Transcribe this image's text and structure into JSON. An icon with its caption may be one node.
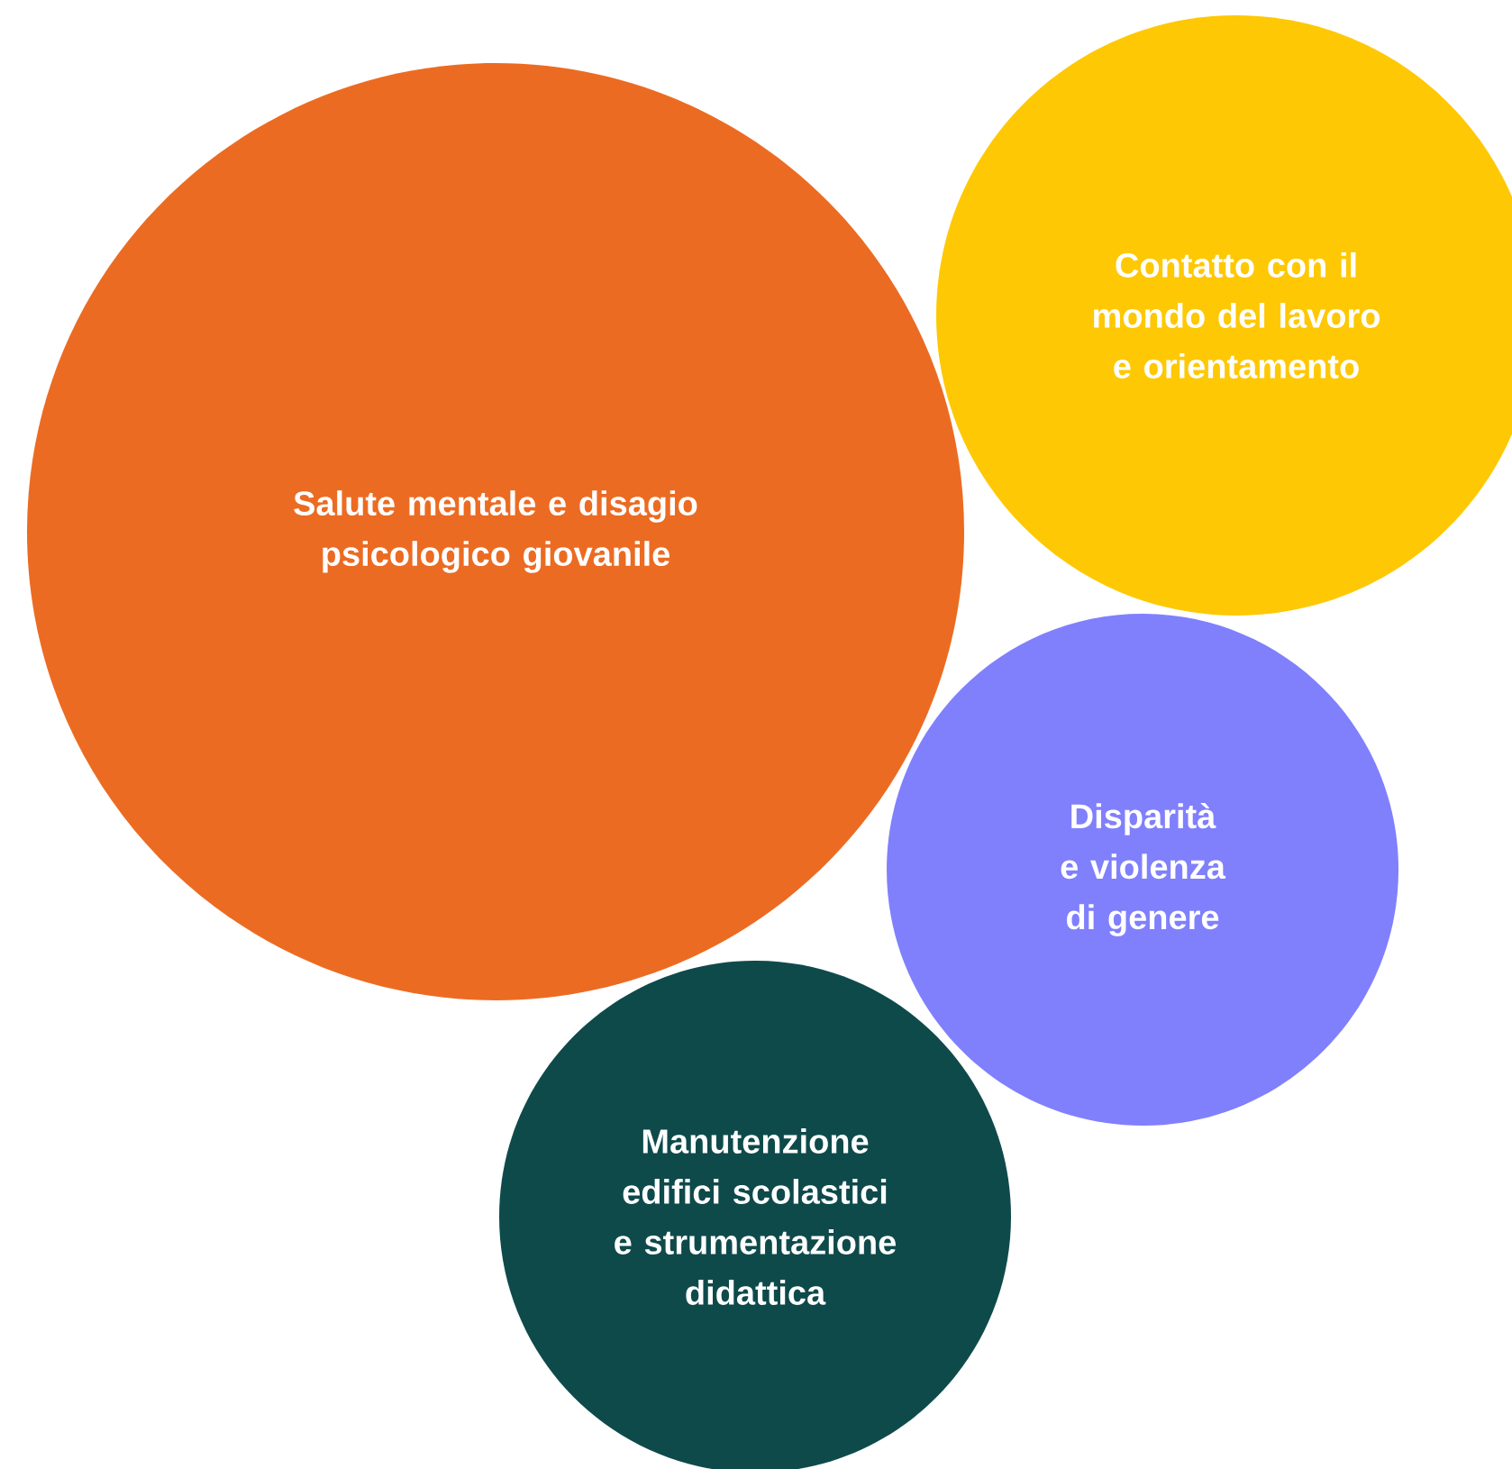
{
  "diagram": {
    "nodes": [
      {
        "text": [
          "Salute mentale e disagio psicologico giovanile"
        ]
      },
      {
        "text": [
          "Contatto con il mondo del lavoro e orientamento"
        ]
      },
      {
        "text": [
          "Disparità e violenza di genere"
        ]
      },
      {
        "text": [
          "Manutenzione edifici scolastici e strumentazione didattica"
        ]
      }
    ]
  }
}
